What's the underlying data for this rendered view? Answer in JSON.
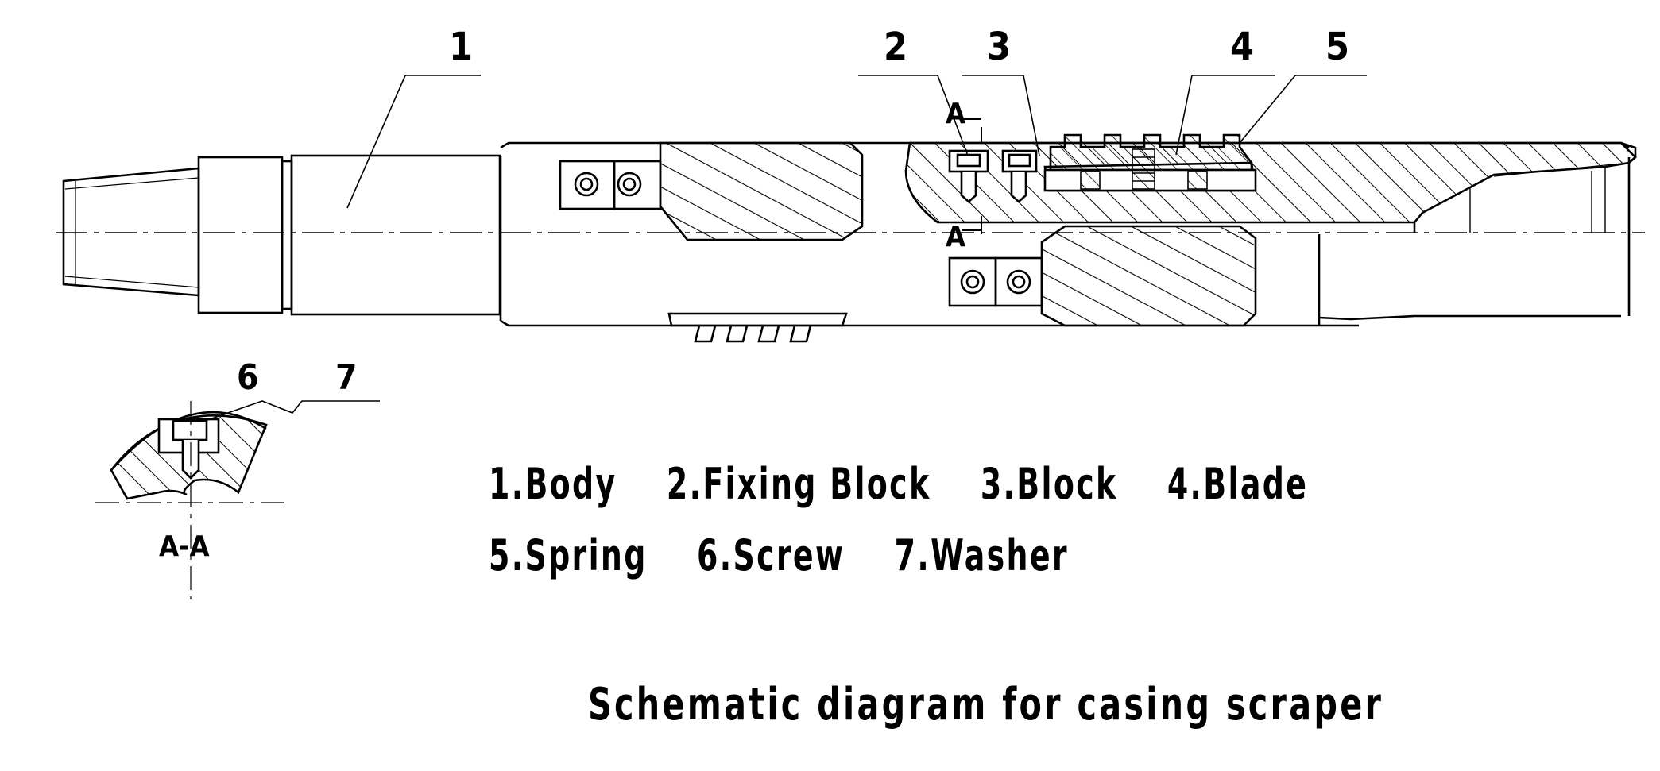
{
  "callouts": [
    "1",
    "2",
    "3",
    "4",
    "5",
    "6",
    "7"
  ],
  "section_labels": {
    "a_top": "A",
    "a_bottom": "A",
    "section": "A-A"
  },
  "legend": {
    "row1": [
      "1.Body",
      "2.Fixing Block",
      "3.Block",
      "4.Blade"
    ],
    "row2": [
      "5.Spring",
      "6.Screw",
      "7.Washer"
    ]
  },
  "title": "Schematic diagram for casing scraper"
}
